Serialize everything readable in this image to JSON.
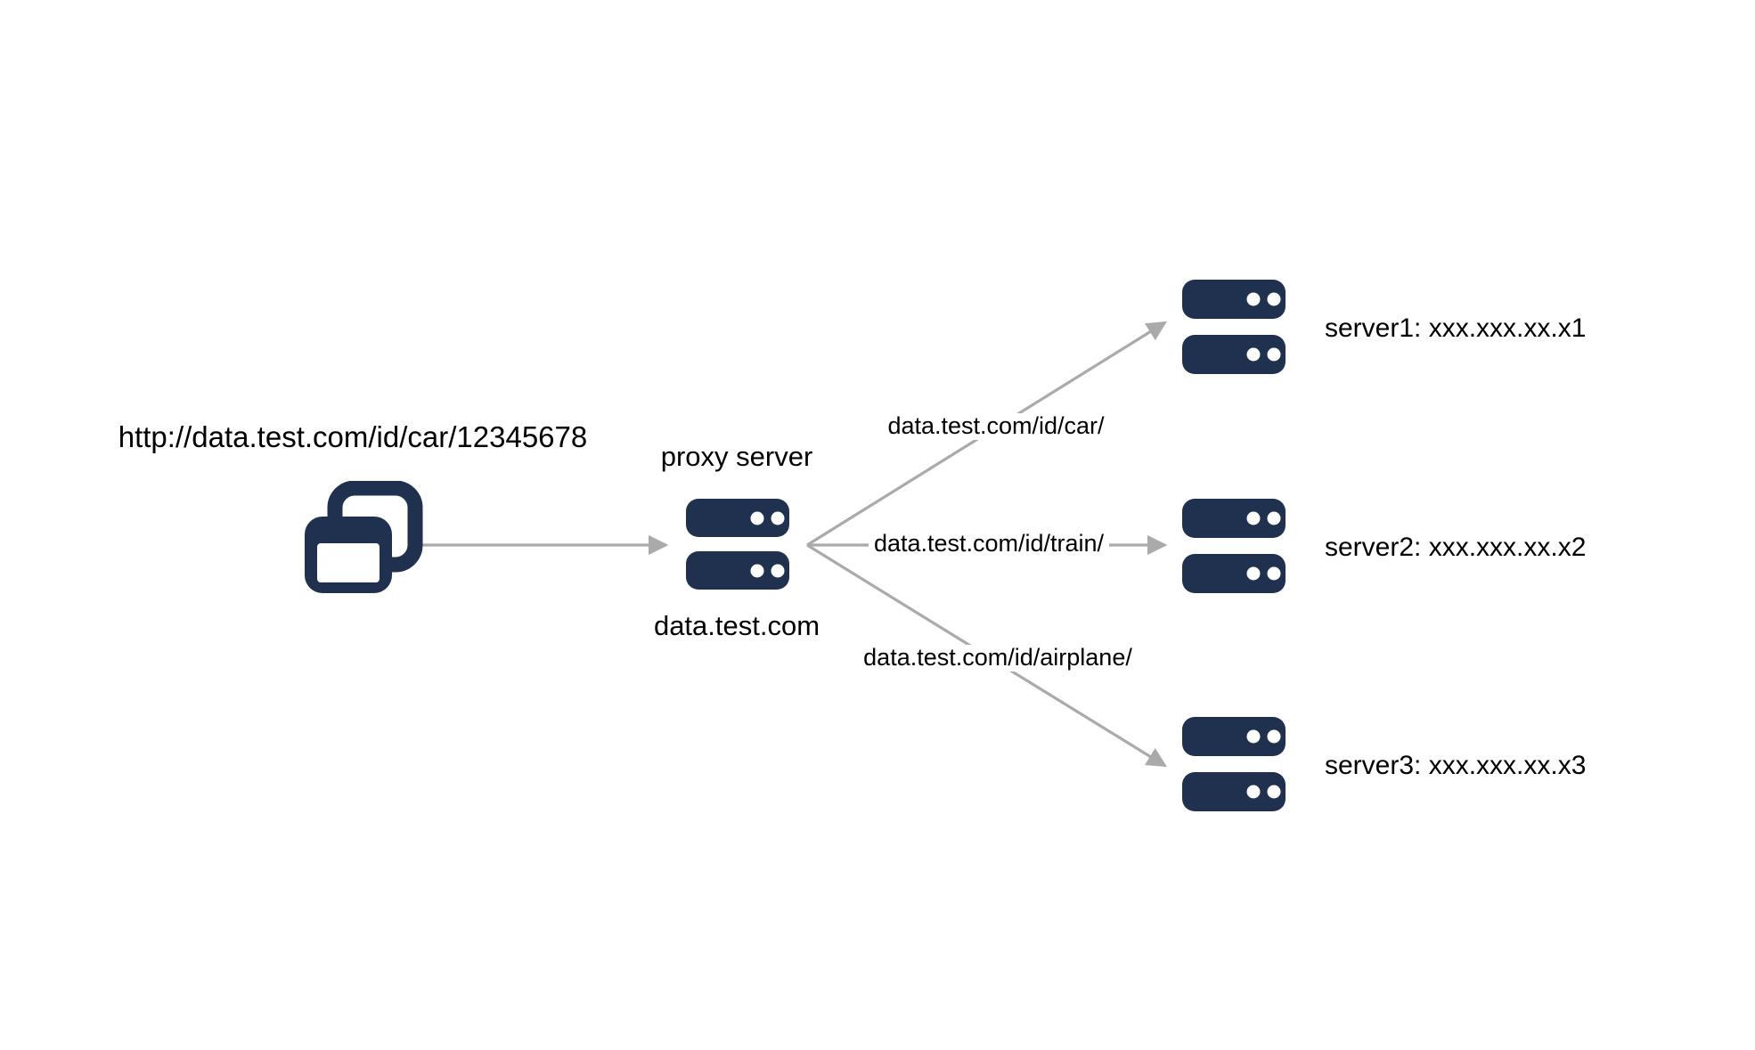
{
  "diagram": {
    "title": "Proxy server URL routing diagram",
    "colors": {
      "node_navy": "#20304f",
      "edge_gray": "#aaaaaa",
      "background": "#ffffff",
      "text": "#000000"
    },
    "client": {
      "icon": "browser-windows-icon",
      "request_url": "http://data.test.com/id/car/12345678"
    },
    "proxy": {
      "icon": "server-icon",
      "title": "proxy server",
      "hostname": "data.test.com"
    },
    "routes": [
      {
        "label": "data.test.com/id/car/"
      },
      {
        "label": "data.test.com/id/train/"
      },
      {
        "label": "data.test.com/id/airplane/"
      }
    ],
    "servers": [
      {
        "icon": "server-icon",
        "label": "server1: xxx.xxx.xx.x1"
      },
      {
        "icon": "server-icon",
        "label": "server2: xxx.xxx.xx.x2"
      },
      {
        "icon": "server-icon",
        "label": "server3: xxx.xxx.xx.x3"
      }
    ]
  }
}
